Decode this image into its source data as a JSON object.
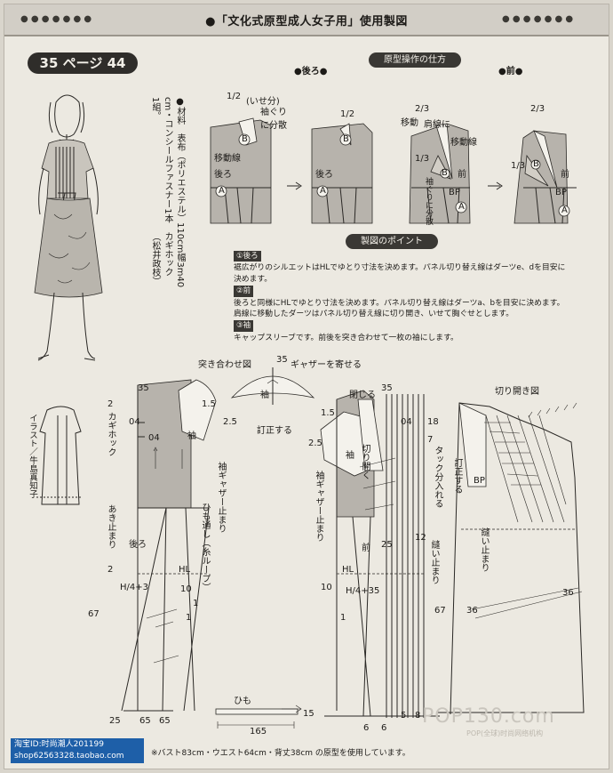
{
  "header": {
    "title": "●「文化式原型成人女子用」使用製図",
    "dots_left": "● ● ● ● ● ● ●",
    "dots_right": "● ● ● ● ● ● ●"
  },
  "page_ref": "35 ページ 44",
  "materials": {
    "line1": "●材料　表布（ポリエステル）110cm幅3m40",
    "line2": "cm・コンシールファスナー1本　カギホック",
    "line3": "1組。",
    "credit": "（松井政枝）"
  },
  "illust_credit": "イラスト／牛島真知子",
  "section_headers": {
    "op_method": "原型操作の仕方",
    "back_label": "●後ろ●",
    "front_label": "●前●",
    "points": "製図のポイント"
  },
  "operation": {
    "back1": {
      "half": "1/2",
      "sode": "(いせ分)",
      "sode2": "袖ぐりに分散",
      "b": "B",
      "back": "後ろ",
      "idou": "移動線",
      "a": "A"
    },
    "back2": {
      "half": "1/2",
      "b": "B",
      "back": "後ろ",
      "a": "A"
    },
    "front1": {
      "twothirds": "2/3",
      "kata": "肩線に",
      "idou": "移動",
      "third": "1/3",
      "sodeguri": "袖ぐりに分散",
      "idousen": "移動線",
      "front": "前",
      "b": "B",
      "bp": "BP",
      "a": "A"
    },
    "front2": {
      "twothirds": "2/3",
      "third": "1/3",
      "front": "前",
      "b": "B",
      "bp": "BP",
      "a": "A"
    }
  },
  "points": {
    "p1_title": "①後ろ",
    "p1_text": "裾広がりのシルエットはHLでゆとり寸法を決めます。パネル切り替え線はダーツe、dを目安に決めます。",
    "p2_title": "②前",
    "p2_text": "後ろと同様にHLでゆとり寸法を決めます。パネル切り替え線はダーツa、bを目安に決めます。肩線に移動したダーツはパネル切り替え線に切り開き、いせて胸ぐせとします。",
    "p3_title": "③袖",
    "p3_text": "キャップスリーブです。前後を突き合わせて一枚の袖にします。"
  },
  "drafting": {
    "tsukiawase": "突き合わせ図",
    "n35a": "35",
    "gather": "ギャザーを寄せる",
    "sode": "袖",
    "tefu": "訂正する",
    "back": {
      "n35": "35",
      "n2": "2",
      "n15": "1.5",
      "kagi": "カギホック",
      "n04a": "04",
      "n04b": "04",
      "n25": "2.5",
      "sode": "袖",
      "sodegather": "袖ギャザー止まり",
      "himo": "ひも通し（糸ループ）",
      "aki": "あき止まり",
      "ushiro": "後ろ",
      "n2b": "2",
      "hl": "HL",
      "h4": "H/4+3",
      "n10": "10",
      "n1": "1",
      "n1b": "1",
      "n67": "67",
      "n25b": "25",
      "n65a": "65",
      "n65b": "65"
    },
    "himo_label": "ひも",
    "n15": "15",
    "n165": "165",
    "front": {
      "tojiru": "閉じる",
      "n35": "35",
      "n15": "1.5",
      "n25": "2.5",
      "sode": "袖",
      "sodegather": "袖ギャザー止まり",
      "kiri": "切り開く",
      "n04": "04",
      "mae": "前",
      "n25b": "25",
      "hl": "HL",
      "n10": "10",
      "h4": "H/4+35",
      "n1": "1",
      "n18": "18",
      "n7": "7",
      "tuck": "タック分入れる",
      "n12": "12",
      "nuidome": "縫い止まり",
      "n67": "67",
      "n6a": "6",
      "n6b": "6",
      "n5": "5",
      "n8": "8"
    },
    "kirihiraki": {
      "title": "切り開き図",
      "tefu": "訂正する",
      "bp": "BP",
      "nuidome": "縫い止まり",
      "n36a": "36",
      "n36b": "36"
    }
  },
  "footer": "※バスト83cm・ウエスト64cm・背丈38cm の原型を使用しています。",
  "watermark": {
    "line1": "淘宝ID:时尚潮人201199",
    "line2": "shop62563328.taobao.com"
  },
  "pop_mark": {
    "big": "POP130.com",
    "small": "POP(全球)时尚网络机构"
  }
}
